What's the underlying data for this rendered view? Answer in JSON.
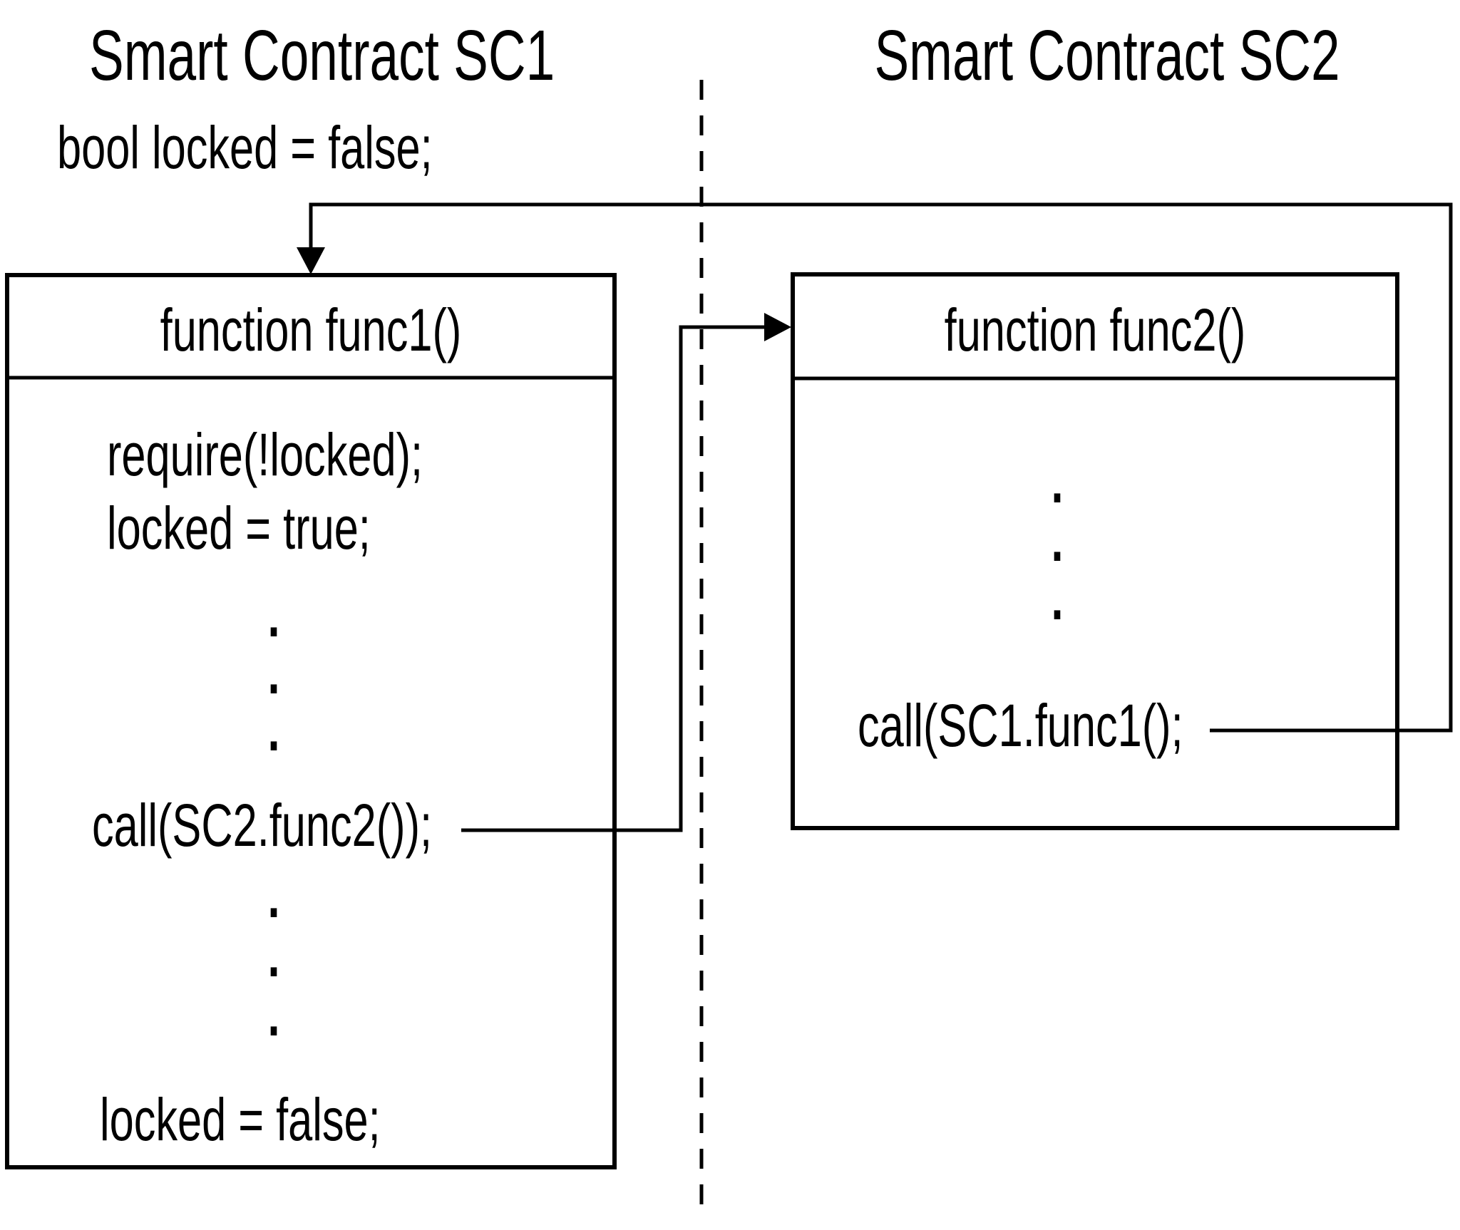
{
  "colors": {
    "stroke": "#000000",
    "background": "#ffffff"
  },
  "titles": {
    "sc1": "Smart Contract SC1",
    "sc2": "Smart Contract SC2"
  },
  "sc1": {
    "state_declaration": "bool locked = false;",
    "function_header": "function func1()",
    "line_require": "require(!locked);",
    "line_lock": "locked = true;",
    "line_call": "call(SC2.func2());",
    "line_unlock": "locked = false;",
    "ellipsis_upper": ".\n.\n.",
    "ellipsis_lower": ".\n.\n."
  },
  "sc2": {
    "function_header": "function func2()",
    "ellipsis": ".\n.\n.",
    "line_call": "call(SC1.func1();"
  }
}
